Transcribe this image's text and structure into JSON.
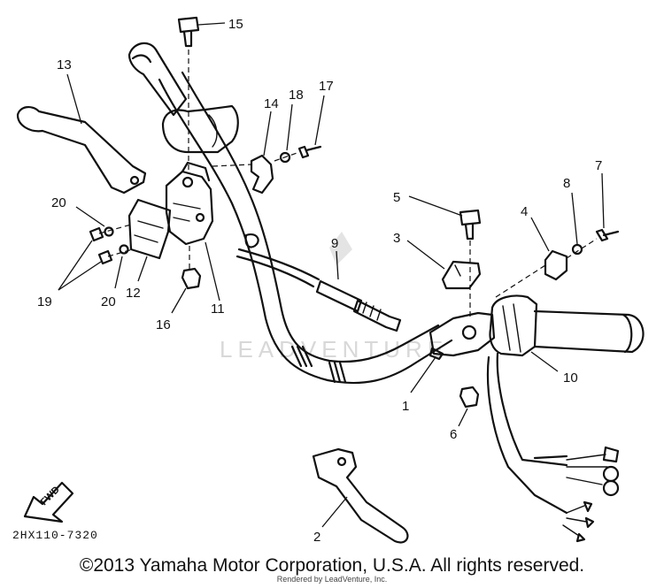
{
  "diagram": {
    "callouts": [
      "1",
      "2",
      "3",
      "4",
      "5",
      "6",
      "7",
      "8",
      "9",
      "10",
      "11",
      "12",
      "13",
      "14",
      "15",
      "16",
      "17",
      "18",
      "19",
      "20"
    ],
    "fwd_label": "FWD",
    "reference_code": "2HX110-7320",
    "watermark": "LEADVENTURE"
  },
  "footer": {
    "copyright": "©2013 Yamaha Motor Corporation, U.S.A. All rights reserved.",
    "rendered_by": "Rendered by LeadVenture, Inc."
  }
}
